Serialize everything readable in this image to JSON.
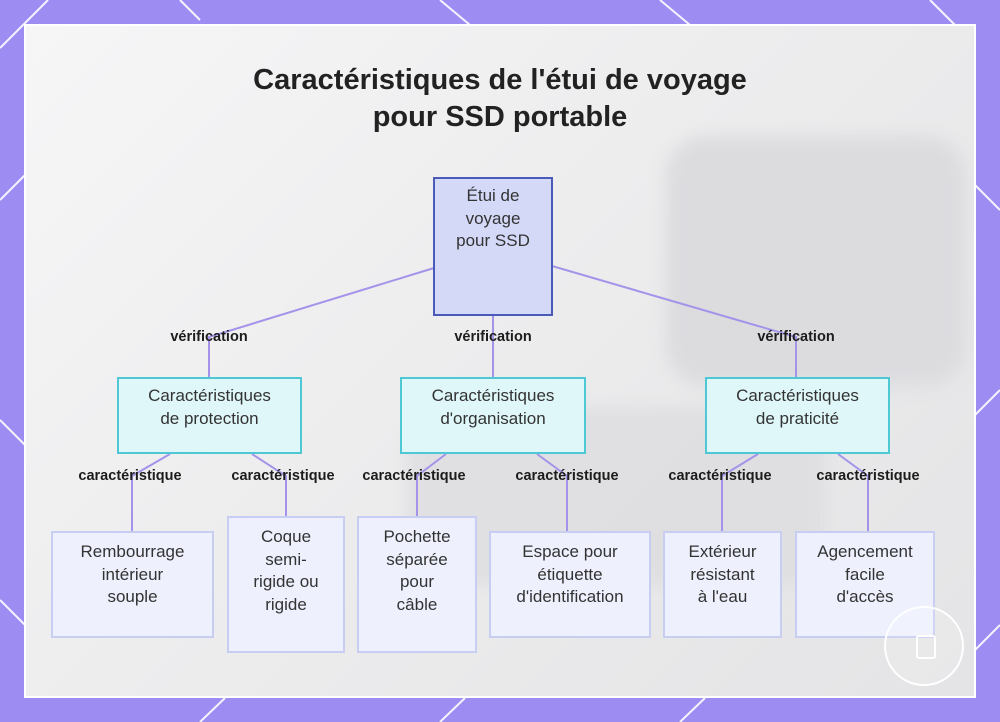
{
  "title": "Caractéristiques de l'étui de voyage pour SSD portable",
  "title_lines": [
    "Caractéristiques de l'étui de voyage",
    "pour SSD portable"
  ],
  "root": {
    "lines": [
      "Étui de",
      "voyage",
      "pour SSD"
    ]
  },
  "edge_label_top": "vérification",
  "edge_label_sub": "caractéristique",
  "branches": [
    {
      "id": "protection",
      "lines": [
        "Caractéristiques",
        "de protection"
      ]
    },
    {
      "id": "organisation",
      "lines": [
        "Caractéristiques",
        "d'organisation"
      ]
    },
    {
      "id": "praticite",
      "lines": [
        "Caractéristiques",
        "de praticité"
      ]
    }
  ],
  "leaves": [
    {
      "lines": [
        "Rembourrage",
        "intérieur",
        "souple"
      ]
    },
    {
      "lines": [
        "Coque",
        "semi-",
        "rigide ou",
        "rigide"
      ]
    },
    {
      "lines": [
        "Pochette",
        "séparée",
        "pour",
        "câble"
      ]
    },
    {
      "lines": [
        "Espace pour",
        "étiquette",
        "d'identification"
      ]
    },
    {
      "lines": [
        "Extérieur",
        "résistant",
        "à l'eau"
      ]
    },
    {
      "lines": [
        "Agencement",
        "facile",
        "d'accès"
      ]
    }
  ],
  "colors": {
    "frame": "#9d8cf2",
    "connector": "#a593ea",
    "root_fill": "#d5d9f8",
    "root_border": "#4a5ab8",
    "branch_fill": "#dff7f9",
    "branch_border": "#4ec8d4",
    "leaf_fill": "#eef0fd",
    "leaf_border": "#c8cdf2"
  }
}
